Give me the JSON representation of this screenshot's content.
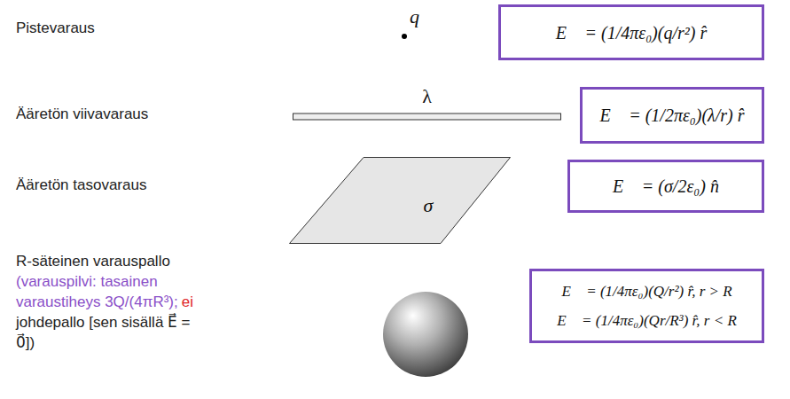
{
  "diagram": {
    "nodes": [
      {
        "text": [
          "E⃗ = (1/4πε₀)(q/r²) r̂"
        ]
      },
      {
        "text": [
          "λ"
        ]
      },
      {
        "text": [
          "E⃗ = (1/2πε₀)(λ/r) r̂"
        ]
      },
      {
        "text": [
          "σ"
        ]
      },
      {
        "text": [
          "E⃗ = (σ/2ε₀) n̂"
        ]
      },
      {
        "text": [
          "E⃗ = (1/4πε₀)(Q/r²) r̂, r > R",
          "E⃗ = (1/4πε₀)(Qr/R³) r̂, r < R"
        ]
      }
    ],
    "labels": [
      "Pistevaraus",
      "q",
      "Ääretön viivavaraus",
      "Ääretön tasovaraus",
      "R-säteinen varauspallo",
      "(varauspilvi: tasainen varaustiheys 3Q/(4πR³);",
      "ei",
      "johdepallo [sen sisällä E⃗ = 0⃗])"
    ]
  }
}
